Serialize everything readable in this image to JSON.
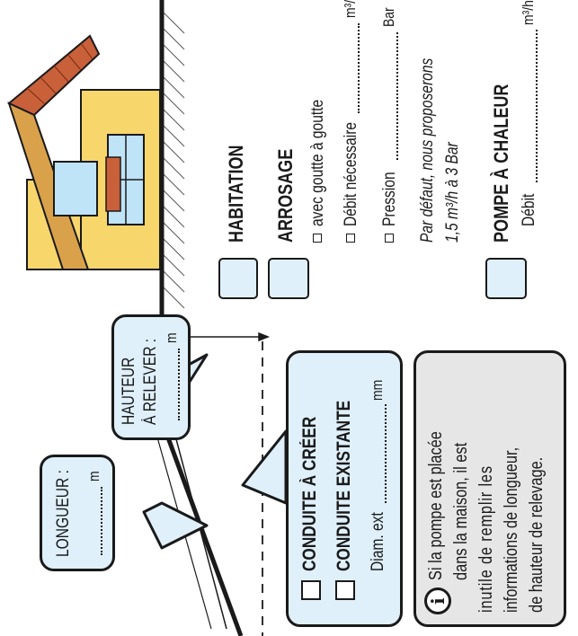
{
  "sections": {
    "habitation": {
      "label": "HABITATION"
    },
    "arrosage": {
      "label": "ARROSAGE",
      "goutte": "avec goutte à goutte",
      "debit_label": "Débit nécessaire",
      "debit_unit": "m³/h",
      "pression_label": "Pression",
      "pression_unit": "Bar",
      "note_line1": "Par défaut, nous proposerons",
      "note_line2": "1,5 m³/h à 3 Bar"
    },
    "pompe": {
      "label": "POMPE À CHALEUR",
      "debit_label": "Débit",
      "debit_unit": "m³/h"
    }
  },
  "conduite": {
    "a_creer": "CONDUITE À CRÉER",
    "existante": "CONDUITE EXISTANTE",
    "diam_label": "Diam. ext",
    "diam_unit": "mm"
  },
  "hauteur": {
    "line1": "HAUTEUR",
    "line2": "À RELEVER :",
    "unit": "m"
  },
  "longueur": {
    "line1": "LONGUEUR :",
    "unit": "m"
  },
  "info": {
    "icon_letter": "i",
    "line1": "Si la pompe est placée",
    "line2": "dans la maison, il est",
    "line3": "inutile de remplir les",
    "line4": "informations de longueur,",
    "line5": "de hauteur de relevage."
  },
  "colors": {
    "box_fill": "#dff0fb",
    "info_fill": "#e6e6e6",
    "ink": "#1a1a1a",
    "wall": "#f7d66b",
    "roof": "#c8603a"
  }
}
